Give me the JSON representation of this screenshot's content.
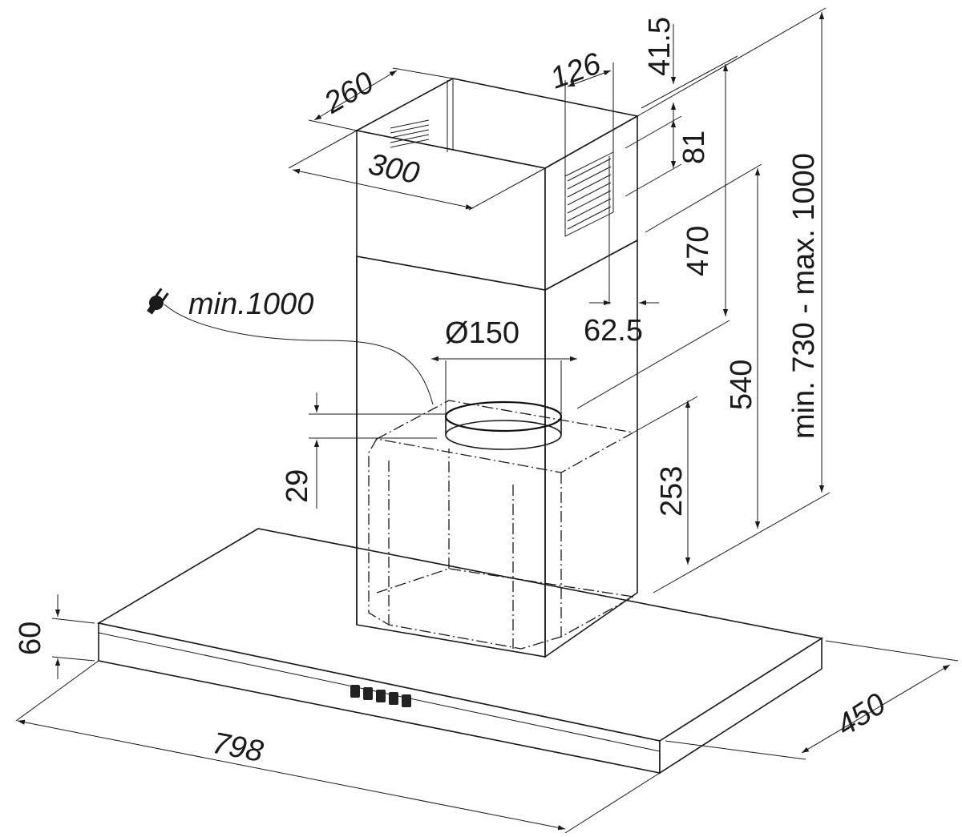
{
  "dimensions": {
    "chimney_depth": "260",
    "chimney_width": "300",
    "vent_width": "126",
    "top_offset": "41.5",
    "vent_height": "81",
    "upper_chimney": "470",
    "vent_offset": "62.5",
    "duct_diameter": "Ø150",
    "cable_length": "min.1000",
    "collar_height": "29",
    "motor_height": "253",
    "lower_height": "540",
    "total_height": "min. 730 - max. 1000",
    "canopy_height": "60",
    "canopy_width": "798",
    "canopy_depth": "450"
  },
  "colors": {
    "line": "#1a1a1a",
    "background": "#ffffff"
  },
  "icons": {
    "plug": "plug-icon",
    "control_buttons": "control-panel-icon"
  }
}
